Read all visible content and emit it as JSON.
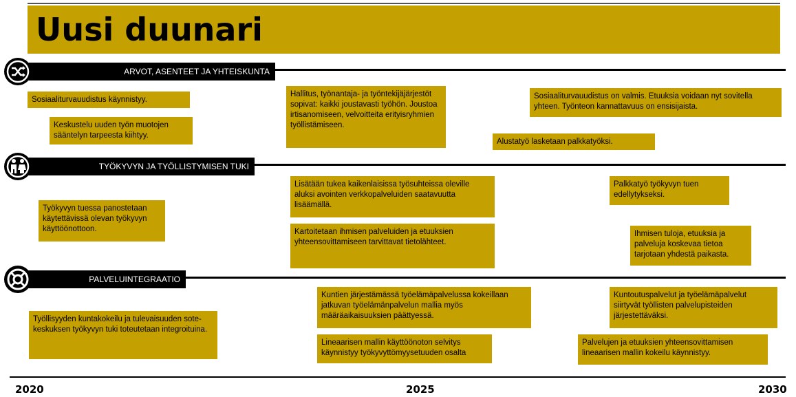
{
  "title": "Uusi duunari",
  "colors": {
    "accent": "#c4a000",
    "band": "#000000",
    "text_on_band": "#ffffff"
  },
  "sections": [
    {
      "label": "ARVOT, ASENTEET JA YHTEISKUNTA",
      "icon": "shuffle-icon"
    },
    {
      "label": "TYÖKYVYN JA TYÖLLISTYMISEN TUKI",
      "icon": "people-icon"
    },
    {
      "label": "PALVELUINTEGRAATIO",
      "icon": "lifebuoy-icon"
    }
  ],
  "boxes": {
    "s1_b1": "Sosiaaliturvauudistus käynnistyy.",
    "s1_b2": "Keskustelu uuden työn muotojen sääntelyn tarpeesta kiihtyy.",
    "s1_b3": "Hallitus, työnantaja- ja työntekijäjärjestöt sopivat: kaikki joustavasti työhön. Joustoa irtisanomiseen, velvoitteita erityisryhmien työllistämiseen.",
    "s1_b4": "Sosiaaliturvauudistus on valmis. Etuuksia voidaan nyt sovitella yhteen. Työnteon kannattavuus on ensisijaista.",
    "s1_b5": "Alustatyö lasketaan palkkatyöksi.",
    "s2_b1": "Työkyvyn tuessa panostetaan käytettävissä olevan työkyvyn käyttöönottoon.",
    "s2_b2": "Lisätään tukea kaikenlaisissa työsuhteissa oleville aluksi avointen verkkopalveluiden saatavuutta lisäämällä.",
    "s2_b3": "Kartoitetaan ihmisen palveluiden ja etuuksien yhteensovittamiseen tarvittavat tietolähteet.",
    "s2_b4": "Palkkatyö työkyvyn tuen edellytykseksi.",
    "s2_b5": "Ihmisen tuloja, etuuksia ja palveluja koskevaa tietoa tarjotaan yhdestä paikasta.",
    "s3_b1": "Työllisyyden kuntakokeilu ja tulevaisuuden sote-keskuksen työkyvyn tuki toteutetaan integroituina.",
    "s3_b2": "Kuntien järjestämässä työelämäpalvelussa kokeillaan jatkuvan työelämänpalvelun mallia myös määräaikaisuuksien päättyessä.",
    "s3_b3": "Lineaarisen mallin käyttöönoton selvitys käynnistyy työkyvyttömyysetuuden osalta",
    "s3_b4": "Kuntoutuspalvelut ja työelämäpalvelut siirtyvät työllisten palvelupisteiden järjestettäväksi.",
    "s3_b5": "Palvelujen ja etuuksien yhteensovittamisen lineaarisen mallin kokeilu käynnistyy."
  },
  "years": [
    "2020",
    "2025",
    "2030"
  ]
}
